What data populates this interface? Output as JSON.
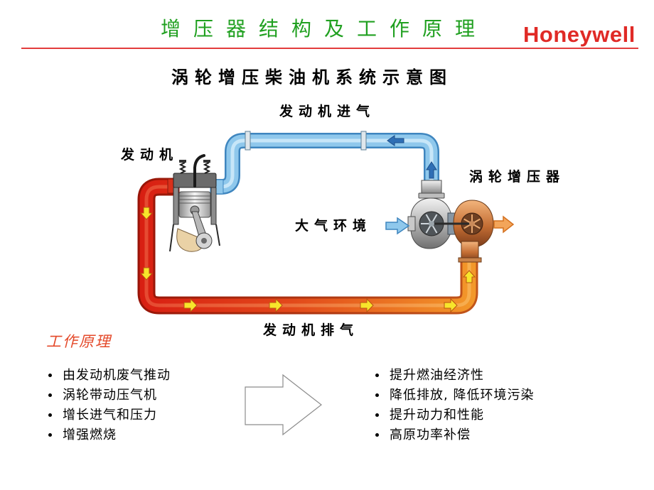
{
  "slide": {
    "title": "增压器结构及工作原理",
    "brand": "Honeywell"
  },
  "diagram": {
    "title": "涡轮增压柴油机系统示意图",
    "labels": {
      "intake": "发动机进气",
      "engine": "发动机",
      "turbocharger": "涡轮增压器",
      "atmosphere": "大气环境",
      "exhaust": "发动机排气"
    }
  },
  "principle": {
    "heading": "工作原理",
    "mechanism": [
      "由发动机废气推动",
      "涡轮带动压气机",
      "增长进气和压力",
      "增强燃烧"
    ],
    "benefits": [
      "提升燃油经济性",
      "降低排放, 降低环境污染",
      "提升动力和性能",
      "高原功率补偿"
    ]
  },
  "colors": {
    "title": "#20a020",
    "brand": "#e02a26",
    "rule": "#e23c3c",
    "heading": "#e4492a",
    "intake": "#8fc8ec",
    "exhaust_start": "#d81e12",
    "exhaust_end": "#f39a2a"
  }
}
